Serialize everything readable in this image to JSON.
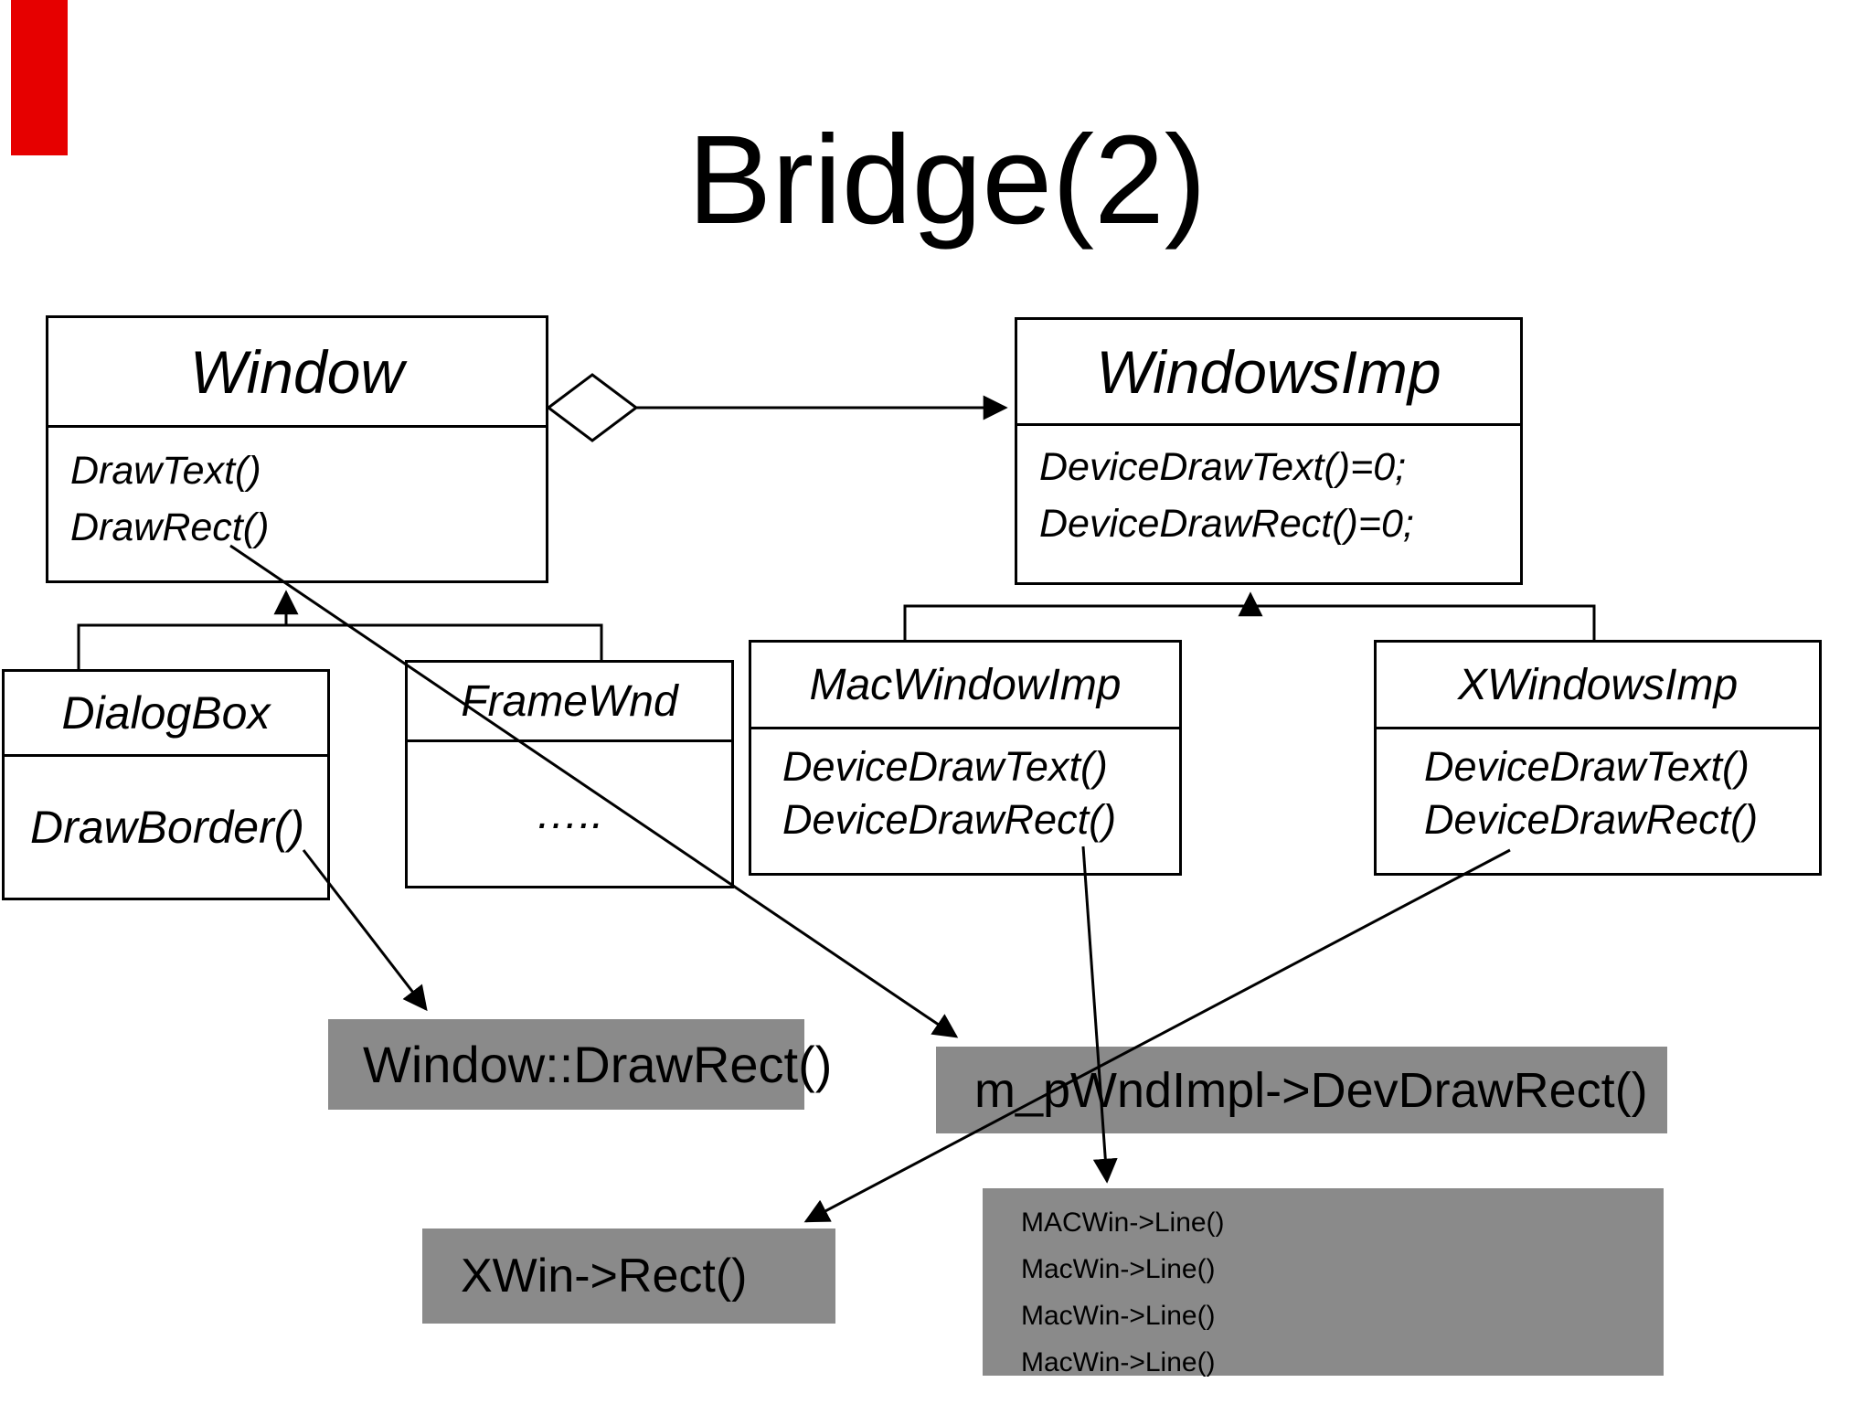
{
  "slide": {
    "title": "Bridge(2)"
  },
  "colors": {
    "note_gray": "#8a8a8a",
    "accent_red": "#e60000",
    "line_black": "#000000"
  },
  "classes": {
    "window": {
      "name": "Window",
      "methods": [
        "DrawText()",
        "DrawRect()"
      ]
    },
    "windows_imp": {
      "name": "WindowsImp",
      "methods": [
        "DeviceDrawText()=0;",
        "DeviceDrawRect()=0;"
      ]
    },
    "dialog_box": {
      "name": "DialogBox",
      "methods": [
        "DrawBorder()"
      ]
    },
    "frame_wnd": {
      "name": "FrameWnd",
      "methods": [
        "….."
      ]
    },
    "mac_window_imp": {
      "name": "MacWindowImp",
      "methods": [
        "DeviceDrawText()",
        "DeviceDrawRect()"
      ]
    },
    "x_windows_imp": {
      "name": "XWindowsImp",
      "methods": [
        "DeviceDrawText()",
        "DeviceDrawRect()"
      ]
    }
  },
  "notes": {
    "window_draw_rect": "Window::DrawRect()",
    "impl_call": "m_pWndImpl->DevDrawRect()",
    "xwin_call": "XWin->Rect()",
    "macwin_calls": [
      "MACWin->Line()",
      "MacWin->Line()",
      "MacWin->Line()",
      "MacWin->Line()"
    ]
  }
}
